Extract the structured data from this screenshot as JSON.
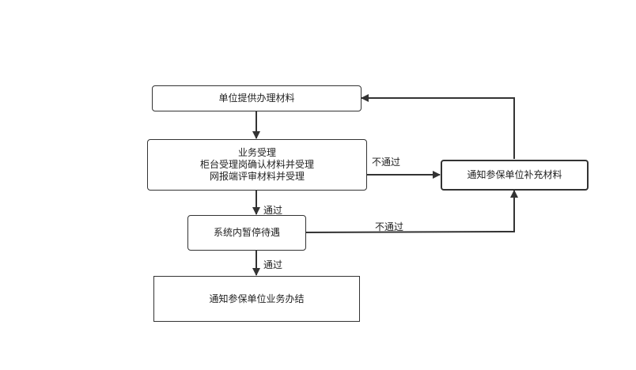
{
  "nodes": {
    "provide": "单位提供办理材料",
    "accept": [
      "业务受理",
      "柜台受理岗确认材料并受理",
      "网报端评审材料并受理"
    ],
    "pending": "系统内暂停待遇",
    "done": "通知参保单位业务办结",
    "supplement": "通知参保单位补充材料"
  },
  "edges": {
    "accept_fail": "不通过",
    "accept_pass": "通过",
    "pending_pass": "通过",
    "pending_fail": "不通过"
  }
}
